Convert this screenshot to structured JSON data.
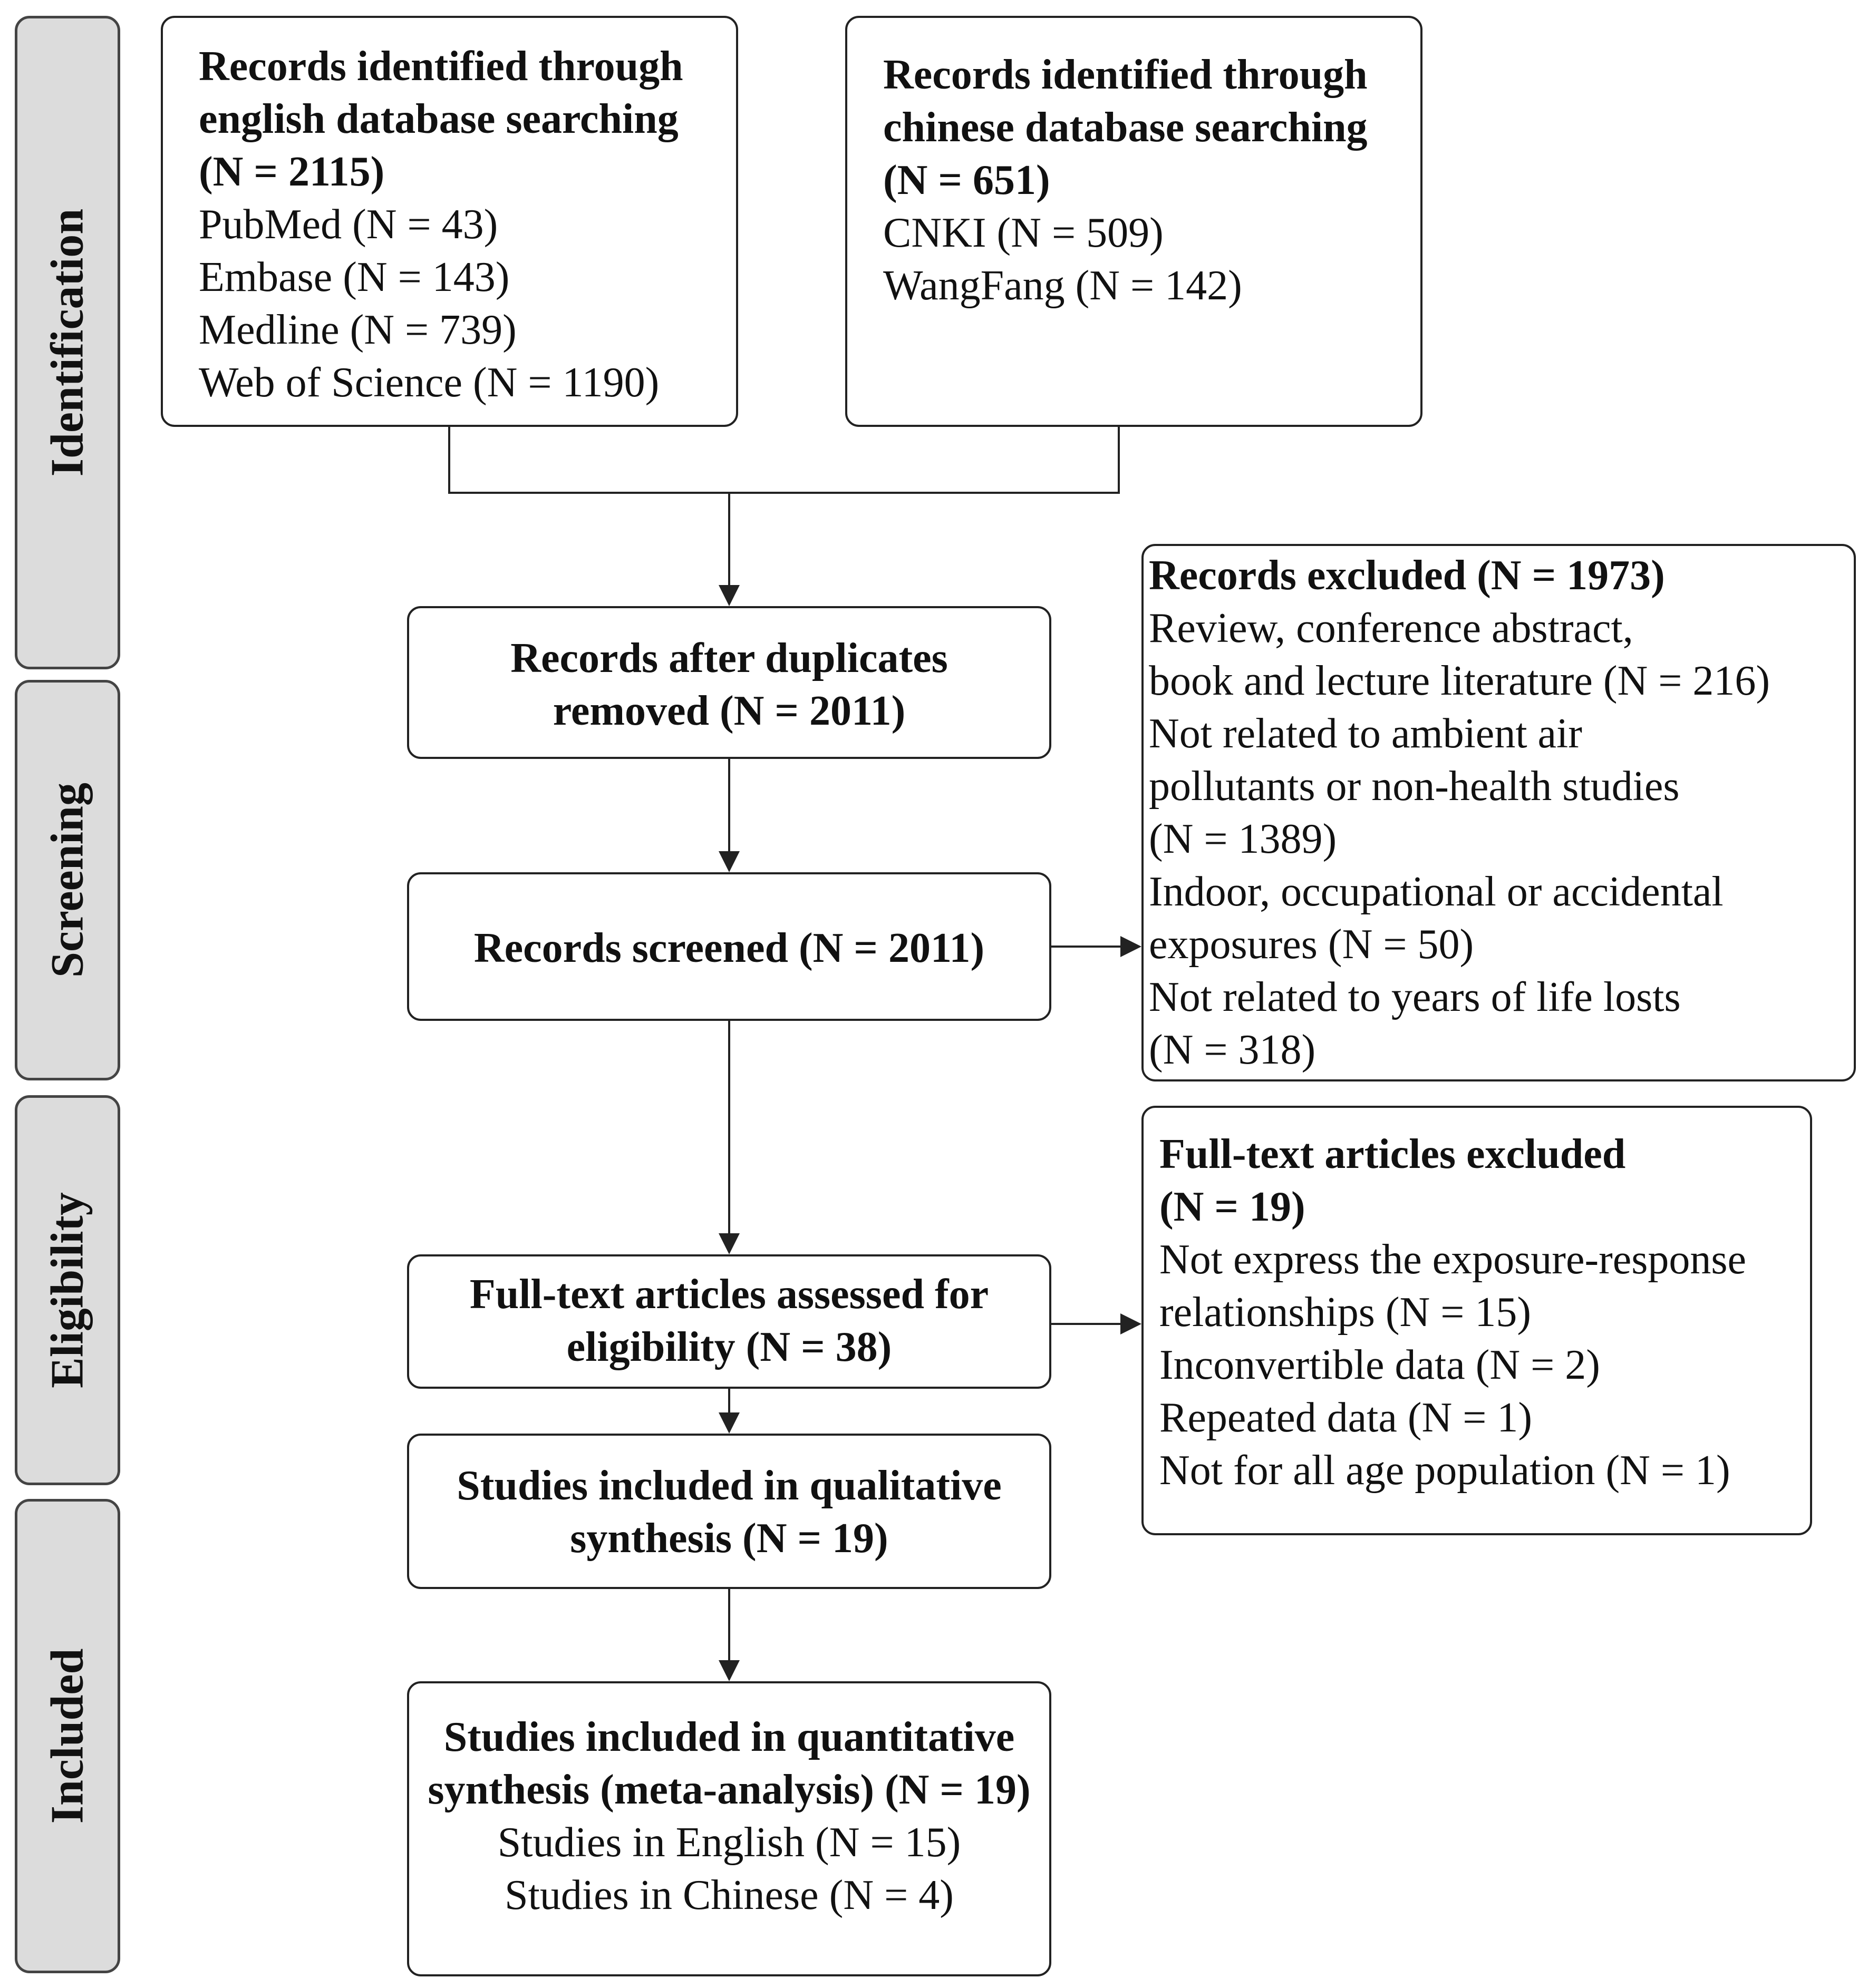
{
  "stages": {
    "identification": "Identification",
    "screening": "Screening",
    "eligibility": "Eligibility",
    "included": "Included"
  },
  "english_db": {
    "title_line1": "Records identified through",
    "title_line2": "english database searching",
    "total": "(N = 2115)",
    "sources": [
      "PubMed (N = 43)",
      "Embase (N = 143)",
      "Medline (N = 739)",
      "Web of Science (N = 1190)"
    ]
  },
  "chinese_db": {
    "title_line1": "Records identified through",
    "title_line2": "chinese  database searching",
    "total": "(N = 651)",
    "sources": [
      "CNKI (N = 509)",
      "WangFang (N = 142)"
    ]
  },
  "duplicates_removed": {
    "line1": "Records after duplicates",
    "line2": "removed  (N = 2011)"
  },
  "screened": {
    "label": "Records screened (N = 2011)"
  },
  "records_excluded": {
    "title": "Records excluded (N = 1973)",
    "lines": [
      "Review, conference abstract,",
      "book and lecture literature (N = 216)",
      "Not related to ambient air",
      "pollutants or non-health studies",
      "(N = 1389)",
      "Indoor, occupational or accidental",
      "exposures (N = 50)",
      "Not related to years of life losts",
      "(N = 318)"
    ]
  },
  "fulltext_assessed": {
    "line1": "Full-text articles assessed for",
    "line2": "eligibility (N = 38)"
  },
  "fulltext_excluded": {
    "title_line1": "Full-text articles excluded",
    "title_line2": "(N = 19)",
    "lines": [
      "Not express the exposure-response",
      "relationships (N = 15)",
      "Inconvertible data (N = 2)",
      "Repeated data (N = 1)",
      "Not for all age population (N = 1)"
    ]
  },
  "qualitative": {
    "line1": "Studies included in qualitative",
    "line2": "synthesis (N = 19)"
  },
  "quantitative": {
    "line1": "Studies included in quantitative",
    "line2": "synthesis (meta-analysis) (N = 19)",
    "sub_lines": [
      "Studies in English (N = 15)",
      "Studies in Chinese (N = 4)"
    ]
  },
  "colors": {
    "stage_fill": "#dcdcdc",
    "stage_border": "#444444",
    "box_border": "#222222",
    "text": "#111111",
    "arrow": "#222222"
  }
}
